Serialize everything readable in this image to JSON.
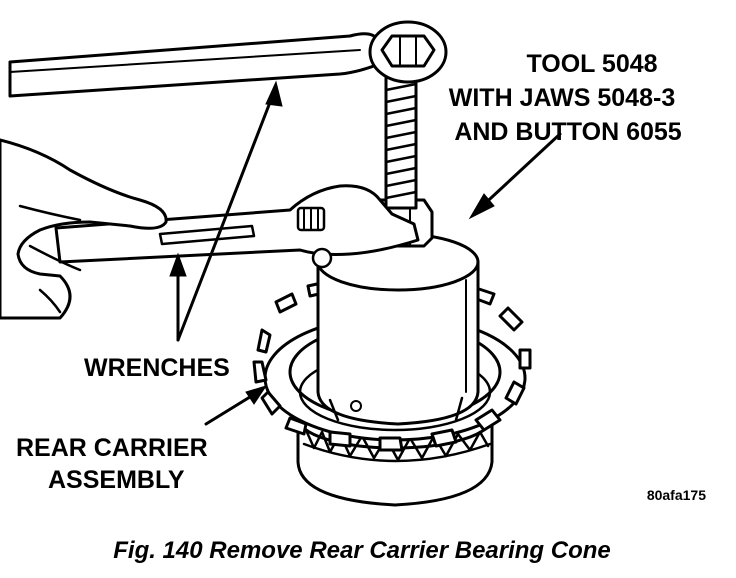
{
  "labels": {
    "tool_line1": "TOOL 5048",
    "tool_line2": "WITH JAWS 5048-3",
    "tool_line3": "AND BUTTON 6055",
    "wrenches": "WRENCHES",
    "carrier_line1": "REAR CARRIER",
    "carrier_line2": "ASSEMBLY"
  },
  "reference_code": "80afa175",
  "caption": "Fig. 140 Remove Rear Carrier Bearing Cone"
}
